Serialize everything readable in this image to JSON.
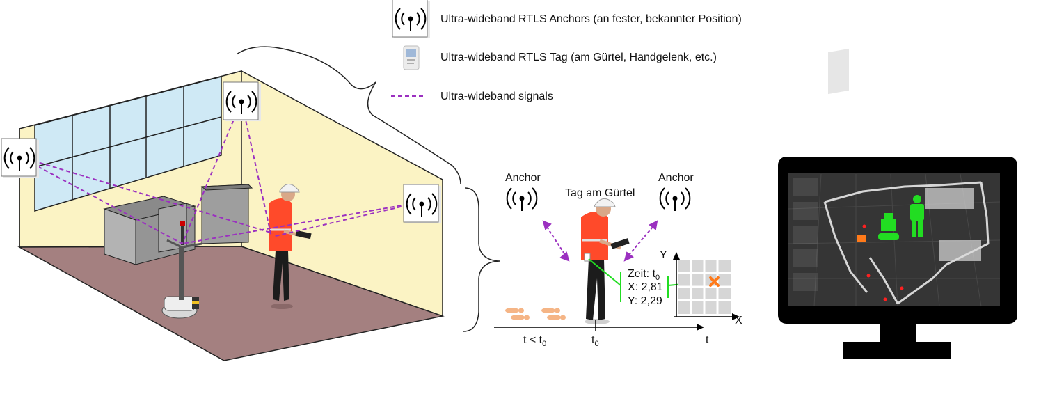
{
  "legend": {
    "anchor_label": "Ultra-wideband RTLS Anchors (an fester, bekannter Position)",
    "tag_label": "Ultra-wideband RTLS Tag (am Gürtel, Handgelenk, etc.)",
    "signal_label": "Ultra-wideband signals"
  },
  "detail": {
    "anchor_left": "Anchor",
    "anchor_right": "Anchor",
    "tag_caption": "Tag am Gürtel",
    "time_label": "Zeit: t",
    "time_sub": "0",
    "x_reading": "X: 2,81",
    "y_reading": "Y: 2,29",
    "axis_y": "Y",
    "axis_x": "X",
    "timeline_before": "t < t",
    "timeline_before_sub": "0",
    "timeline_now": "t",
    "timeline_now_sub": "0",
    "timeline_axis": "t"
  },
  "colors": {
    "signal": "#9b30c0",
    "wall": "#fbf3c4",
    "floor": "#a48080",
    "window": "#cfe9f5",
    "vest": "#ff4a2a",
    "highlight": "#22dd22",
    "marker": "#ff7a1a"
  },
  "icons": [
    "antenna-icon",
    "tag-icon",
    "footprint-icon",
    "robot-icon",
    "person-icon",
    "monitor-icon"
  ]
}
